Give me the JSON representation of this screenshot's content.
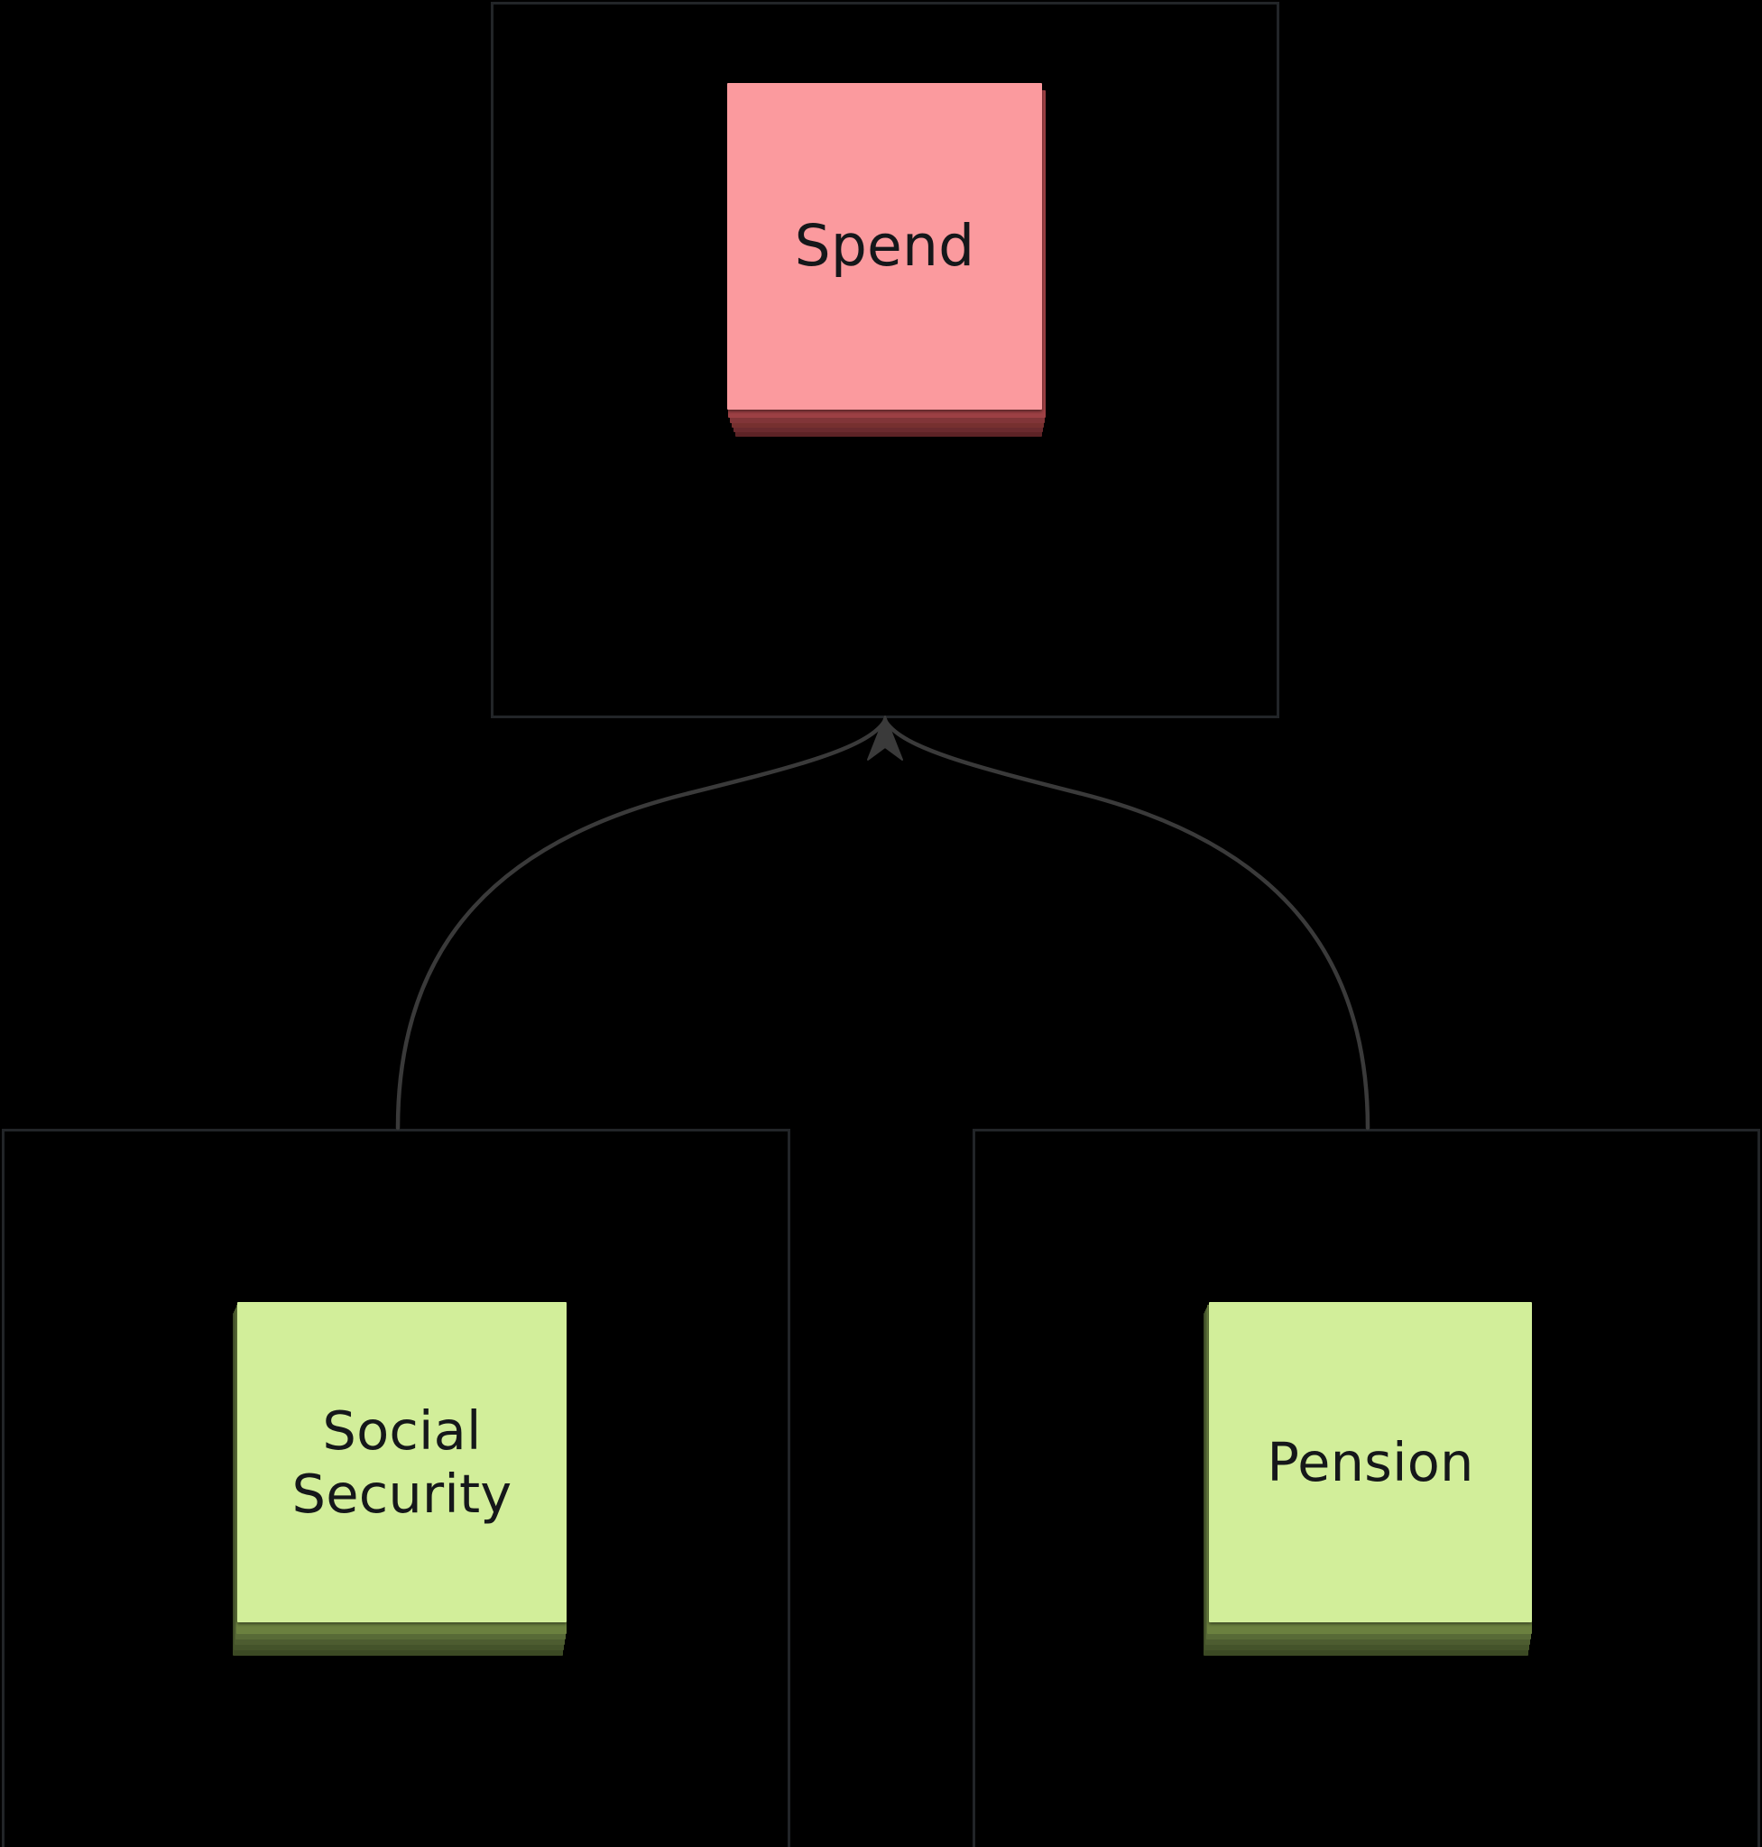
{
  "diagram": {
    "type": "mindmap-flowchart",
    "background_color": "#000000",
    "frame_border_color": "#222528",
    "edge_color": "#3a3a3a",
    "nodes": [
      {
        "id": "spend",
        "label": "Spend",
        "role": "root",
        "fill_color": "#fb9a9e",
        "stack_edge_color": "#5d2326",
        "text_color": "#15171a",
        "shape": "sticky-note-stack"
      },
      {
        "id": "social-security",
        "label": "Social\nSecurity",
        "label_line1": "Social",
        "label_line2": "Security",
        "role": "child",
        "fill_color": "#d2ee9a",
        "stack_edge_color": "#46552a",
        "text_color": "#15171a",
        "shape": "sticky-note-stack"
      },
      {
        "id": "pension",
        "label": "Pension",
        "role": "child",
        "fill_color": "#d2ee9a",
        "stack_edge_color": "#46552a",
        "text_color": "#15171a",
        "shape": "sticky-note-stack"
      }
    ],
    "edges": [
      {
        "id": "edge-ss-to-spend",
        "from": "social-security",
        "to": "spend",
        "style": "curved",
        "arrowhead": "to-target"
      },
      {
        "id": "edge-pension-to-spend",
        "from": "pension",
        "to": "spend",
        "style": "curved",
        "arrowhead": "to-target"
      }
    ]
  }
}
